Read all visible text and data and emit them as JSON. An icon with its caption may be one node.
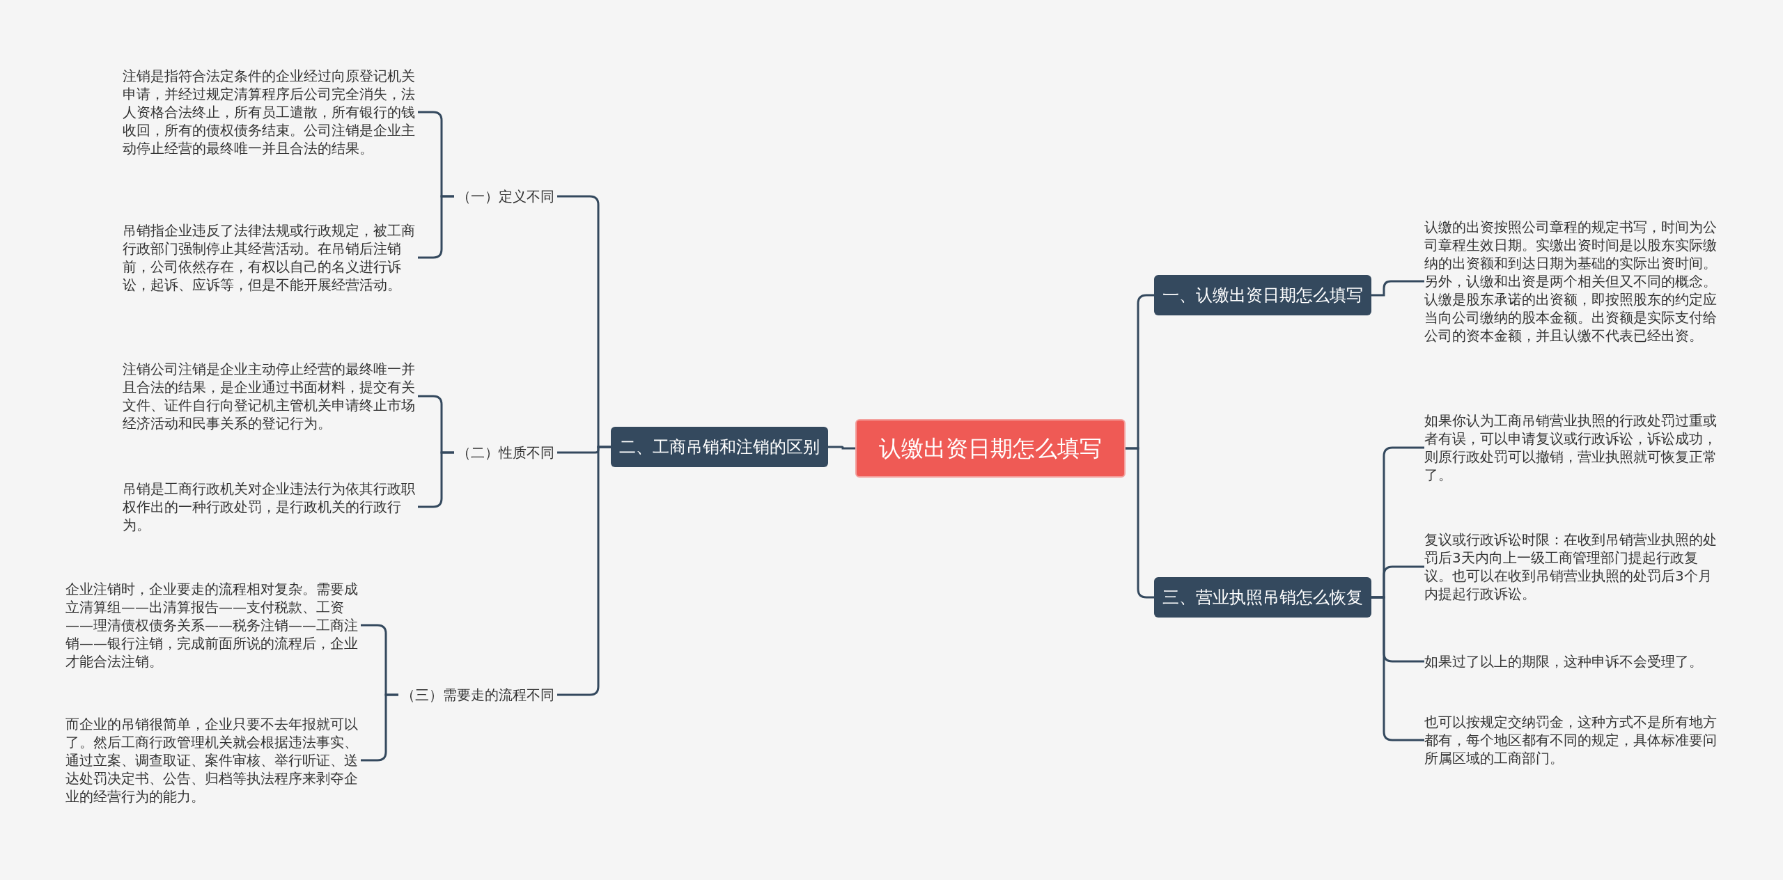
{
  "diagram": {
    "nodes": [
      {
        "text": [
          "认缴出资日期怎么填写"
        ]
      },
      {
        "text": [
          "二、工商吊销和注销的区别"
        ]
      },
      {
        "text": [
          "（一）定义不同"
        ]
      },
      {
        "text": [
          "注销是指符合法定条件的企业经过向原登记机关申请，并经过规定清算程序后公司完全消失，法人资格合法终止，所有员工遣散，所有银行的钱收回，所有的债权债务结束。公司注销是企业主动停止经营的最终唯一并且合法的结果。"
        ]
      },
      {
        "text": [
          "吊销指企业违反了法律法规或行政规定，被工商行政部门强制停止其经营活动。在吊销后注销前，公司依然存在，有权以自己的名义进行诉讼，起诉、应诉等，但是不能开展经营活动。"
        ]
      },
      {
        "text": [
          "（二）性质不同"
        ]
      },
      {
        "text": [
          "注销公司注销是企业主动停止经营的最终唯一并且合法的结果，是企业通过书面材料，提交有关文件、证件自行向登记机主管机关申请终止市场经济活动和民事关系的登记行为。"
        ]
      },
      {
        "text": [
          "吊销是工商行政机关对企业违法行为依其行政职权作出的一种行政处罚，是行政机关的行政行为。"
        ]
      },
      {
        "text": [
          "（三）需要走的流程不同"
        ]
      },
      {
        "text": [
          "企业注销时，企业要走的流程相对复杂。需要成立清算组——出清算报告——支付税款、工资——理清债权债务关系——税务注销——工商注销——银行注销，完成前面所说的流程后，企业才能合法注销。"
        ]
      },
      {
        "text": [
          "而企业的吊销很简单，企业只要不去年报就可以了。然后工商行政管理机关就会根据违法事实、通过立案、调查取证、案件审核、举行听证、送达处罚决定书、公告、归档等执法程序来剥夺企业的经营行为的能力。"
        ]
      },
      {
        "text": [
          "一、认缴出资日期怎么填写"
        ]
      },
      {
        "text": [
          "认缴的出资按照公司章程的规定书写，时间为公司章程生效日期。实缴出资时间是以股东实际缴纳的出资额和到达日期为基础的实际出资时间。另外，认缴和出资是两个相关但又不同的概念。认缴是股东承诺的出资额，即按照股东的约定应当向公司缴纳的股本金额。出资额是实际支付给公司的资本金额，并且认缴不代表已经出资。"
        ]
      },
      {
        "text": [
          "三、营业执照吊销怎么恢复"
        ]
      },
      {
        "text": [
          "如果你认为工商吊销营业执照的行政处罚过重或者有误，可以申请复议或行政诉讼，诉讼成功，则原行政处罚可以撤销，营业执照就可恢复正常了。"
        ]
      },
      {
        "text": [
          "复议或行政诉讼时限：在收到吊销营业执照的处罚后3天内向上一级工商管理部门提起行政复议。也可以在收到吊销营业执照的处罚后3个月内提起行政诉讼。"
        ]
      },
      {
        "text": [
          "如果过了以上的期限，这种申诉不会受理了。"
        ]
      },
      {
        "text": [
          "也可以按规定交纳罚金，这种方式不是所有地方都有，每个地区都有不同的规定，具体标准要问所属区域的工商部门。"
        ]
      }
    ],
    "edges": [
      {
        "from": 0,
        "to": 1,
        "arrow": "none"
      },
      {
        "from": 1,
        "to": 2,
        "arrow": "none"
      },
      {
        "from": 2,
        "to": 3,
        "arrow": "none"
      },
      {
        "from": 2,
        "to": 4,
        "arrow": "none"
      },
      {
        "from": 1,
        "to": 5,
        "arrow": "none"
      },
      {
        "from": 5,
        "to": 6,
        "arrow": "none"
      },
      {
        "from": 5,
        "to": 7,
        "arrow": "none"
      },
      {
        "from": 1,
        "to": 8,
        "arrow": "none"
      },
      {
        "from": 8,
        "to": 9,
        "arrow": "none"
      },
      {
        "from": 8,
        "to": 10,
        "arrow": "none"
      },
      {
        "from": 0,
        "to": 11,
        "arrow": "none"
      },
      {
        "from": 11,
        "to": 12,
        "arrow": "none"
      },
      {
        "from": 0,
        "to": 13,
        "arrow": "none"
      },
      {
        "from": 13,
        "to": 14,
        "arrow": "none"
      },
      {
        "from": 13,
        "to": 15,
        "arrow": "none"
      },
      {
        "from": 13,
        "to": 16,
        "arrow": "none"
      },
      {
        "from": 13,
        "to": 17,
        "arrow": "none"
      }
    ]
  }
}
